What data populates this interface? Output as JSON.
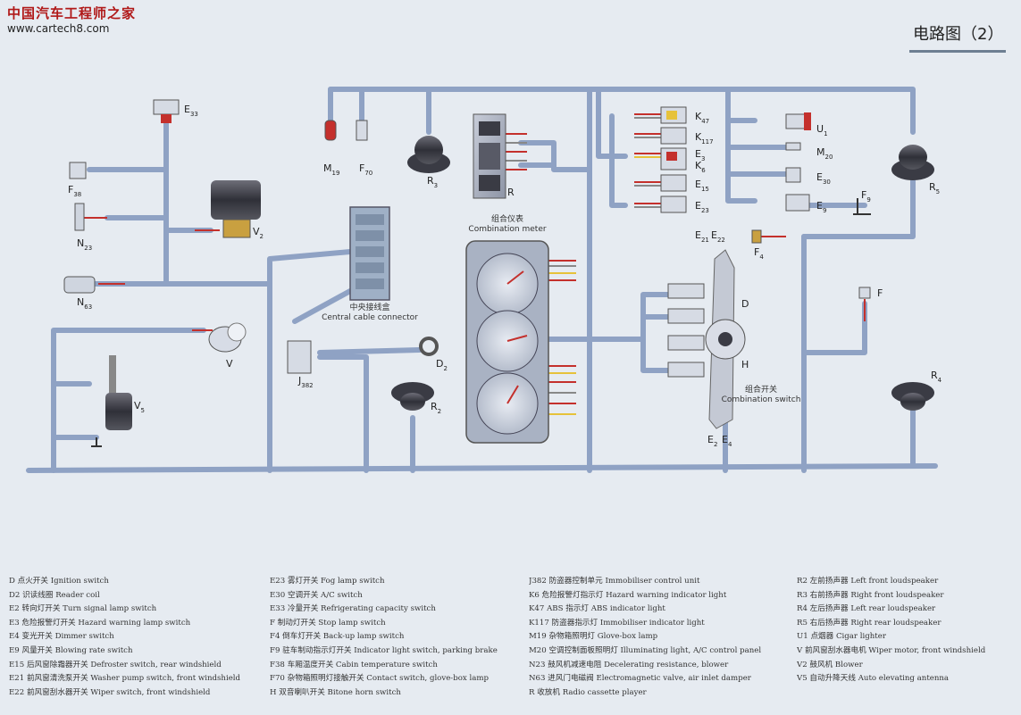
{
  "watermark": {
    "cn": "中国汽车工程师之家",
    "url": "www.cartech8.com"
  },
  "title": "电路图（2）",
  "labels": {
    "E33": [
      "E",
      "33"
    ],
    "F38": [
      "F",
      "38"
    ],
    "N23": [
      "N",
      "23"
    ],
    "V2": [
      "V",
      "2"
    ],
    "N63": [
      "N",
      "63"
    ],
    "V": [
      "V",
      ""
    ],
    "V5": [
      "V",
      "5"
    ],
    "M19": [
      "M",
      "19"
    ],
    "F70": [
      "F",
      "70"
    ],
    "R3": [
      "R",
      "3"
    ],
    "R": [
      "R",
      ""
    ],
    "J382": [
      "J",
      "382"
    ],
    "D2": [
      "D",
      "2"
    ],
    "R2": [
      "R",
      "2"
    ],
    "K47": [
      "K",
      "47"
    ],
    "K117": [
      "K",
      "117"
    ],
    "E3": [
      "E",
      "3"
    ],
    "K6": [
      "K",
      "6"
    ],
    "E15": [
      "E",
      "15"
    ],
    "E23": [
      "E",
      "23"
    ],
    "U1": [
      "U",
      "1"
    ],
    "M20": [
      "M",
      "20"
    ],
    "E30": [
      "E",
      "30"
    ],
    "E9": [
      "E",
      "9"
    ],
    "F9": [
      "F",
      "9"
    ],
    "R5": [
      "R",
      "5"
    ],
    "E21": [
      "E",
      "21"
    ],
    "E22": [
      "E",
      "22"
    ],
    "F4": [
      "F",
      "4"
    ],
    "F": [
      "F",
      ""
    ],
    "D": [
      "D",
      ""
    ],
    "H": [
      "H",
      ""
    ],
    "R4": [
      "R",
      "4"
    ],
    "E2": [
      "E",
      "2"
    ],
    "E4": [
      "E",
      "4"
    ]
  },
  "captions": {
    "meter_cn": "组合仪表",
    "meter_en": "Combination meter",
    "central_cn": "中央接线盒",
    "central_en": "Central cable connector",
    "combo_cn": "组合开关",
    "combo_en": "Combination switch"
  },
  "legend": [
    [
      "D 点火开关  Ignition switch",
      "D2 识读线圈  Reader coil",
      "E2 转向灯开关  Turn signal lamp switch",
      "E3 危险报警灯开关  Hazard warning lamp switch",
      "E4 变光开关  Dimmer switch",
      "E9 风量开关  Blowing rate switch",
      "E15 后风窗除霜器开关  Defroster switch, rear windshield",
      "E21 前风窗清洗泵开关  Washer pump switch, front windshield",
      "E22 前风窗刮水器开关  Wiper switch, front windshield"
    ],
    [
      "E23 雾灯开关  Fog lamp switch",
      "E30 空调开关  A/C switch",
      "E33 冷量开关  Refrigerating capacity switch",
      "F  制动灯开关  Stop lamp switch",
      "F4 倒车灯开关  Back-up lamp switch",
      "F9 驻车制动指示灯开关  Indicator light switch, parking brake",
      "F38 车厢温度开关  Cabin temperature switch",
      "F70 杂物箱照明灯接触开关  Contact switch, glove-box lamp",
      "H  双音喇叭开关  Bitone horn switch"
    ],
    [
      "J382 防盗器控制单元  Immobiliser control unit",
      "K6 危险报警灯指示灯  Hazard warning indicator light",
      "K47 ABS 指示灯  ABS indicator light",
      "K117 防盗器指示灯  Immobiliser indicator light",
      "M19 杂物箱照明灯  Glove-box lamp",
      "M20 空调控制面板照明灯  Illuminating light, A/C control panel",
      "N23 鼓风机减速电阻  Decelerating resistance, blower",
      "N63 进风门电磁阀  Electromagnetic valve, air inlet damper",
      "R  收放机  Radio cassette player"
    ],
    [
      "R2 左前扬声器  Left front loudspeaker",
      "R3 右前扬声器  Right front loudspeaker",
      "R4 左后扬声器  Left rear loudspeaker",
      "R5 右后扬声器  Right rear loudspeaker",
      "U1 点烟器  Cigar lighter",
      "V  前风窗刮水器电机  Wiper motor, front windshield",
      "V2 鼓风机  Blower",
      "V5 自动升降天线  Auto elevating antenna"
    ]
  ],
  "colors": {
    "bus": "#8fa2c4",
    "background": "#e6ebf1",
    "wire_red": "#c4302c",
    "wire_yellow": "#e6c23a"
  }
}
